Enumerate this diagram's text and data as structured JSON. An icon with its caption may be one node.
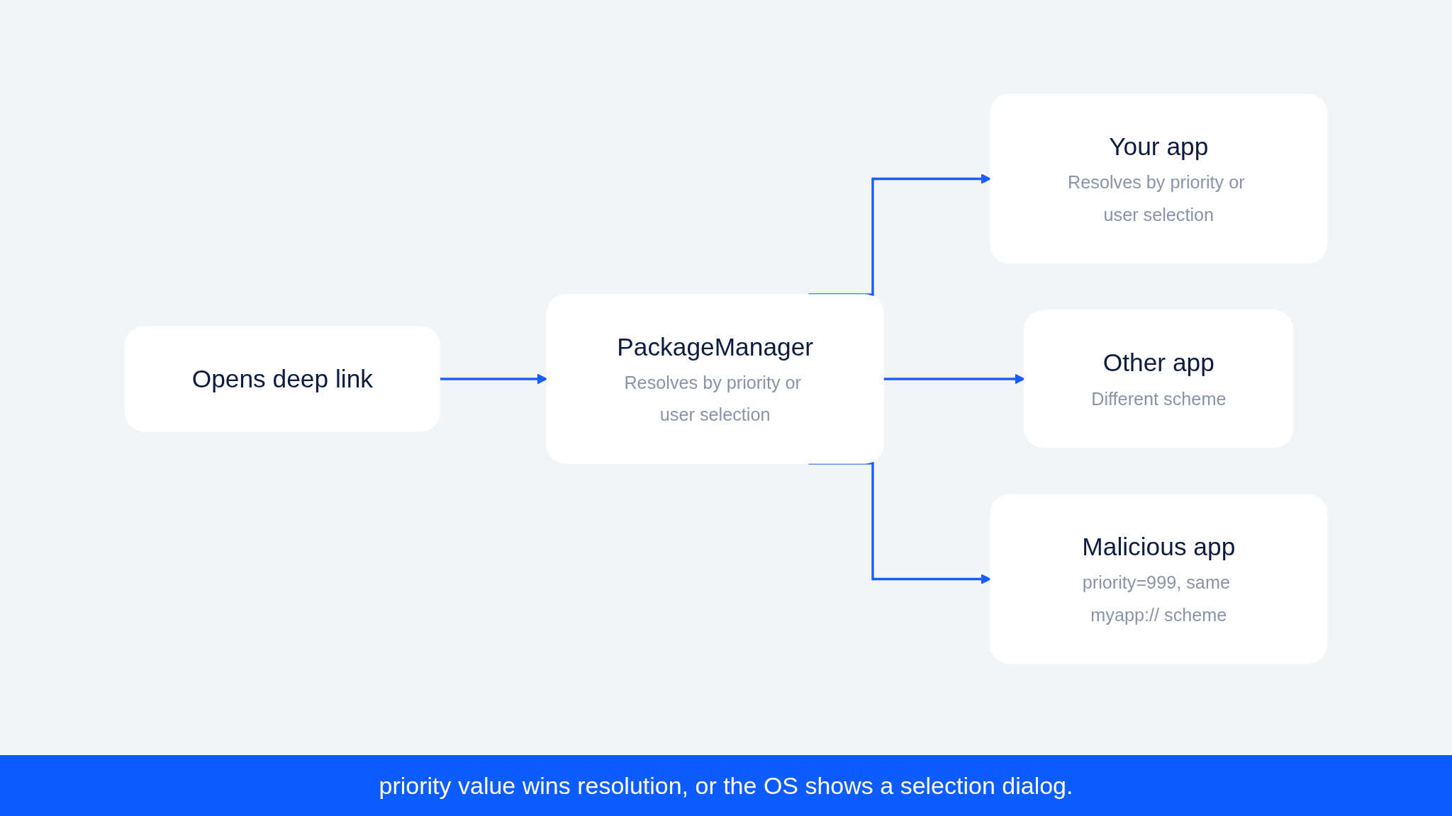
{
  "diagram": {
    "nodes": [
      {
        "text": [
          "Opens deep link"
        ]
      },
      {
        "text": [
          "PackageManager",
          "Resolves by priority or user selection"
        ]
      },
      {
        "text": [
          "Your app",
          "Resolves by priority or user selection"
        ]
      },
      {
        "text": [
          "Other app",
          "Different scheme"
        ]
      },
      {
        "text": [
          "Malicious app",
          "priority=999, same myapp:// scheme"
        ]
      }
    ],
    "edges": [
      {
        "from": 0,
        "to": 1,
        "arrow": "to"
      },
      {
        "from": 1,
        "to": 2,
        "arrow": "to"
      },
      {
        "from": 1,
        "to": 3,
        "arrow": "to"
      },
      {
        "from": 1,
        "to": 4,
        "arrow": "to"
      }
    ],
    "caption": "priority value wins resolution, or the OS shows a selection dialog."
  }
}
